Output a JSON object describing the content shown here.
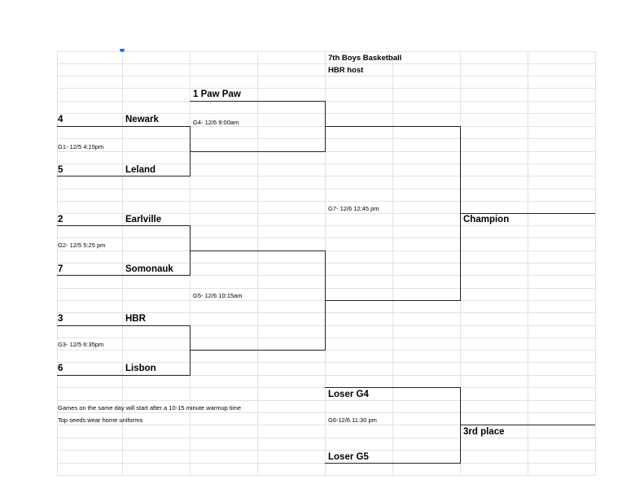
{
  "bracket": {
    "title": "7th Boys Basketball",
    "host": "HBR host",
    "seed1_team": "1 Paw Paw",
    "g4_info": "G4- 12/6 9:00am",
    "seed4": "4",
    "seed4_team": "Newark",
    "g1_info": "G1- 12/5 4:15pm",
    "seed5": "5",
    "seed5_team": "Leland",
    "g7_info": "G7- 12/6 12:45 pm",
    "champion_label": "Champion",
    "seed2": "2",
    "seed2_team": "Earlville",
    "g2_info": "G2- 12/5 5:25 pm",
    "seed7": "7",
    "seed7_team": "Somonauk",
    "g5_info": "G5- 12/6 10:15am",
    "seed3": "3",
    "seed3_team": "HBR",
    "g3_info": "G3- 12/5 6:35pm",
    "seed6": "6",
    "seed6_team": "Lisbon",
    "loser_g4": "Loser G4",
    "g6_info": "G6-12/6 11:30 pm",
    "third_place_label": "3rd place",
    "loser_g5": "Loser G5"
  },
  "notes": {
    "note1": "Games on the same day will start after a 10-15 minute warmup time",
    "note2": "Top seeds wear home uniforms"
  }
}
